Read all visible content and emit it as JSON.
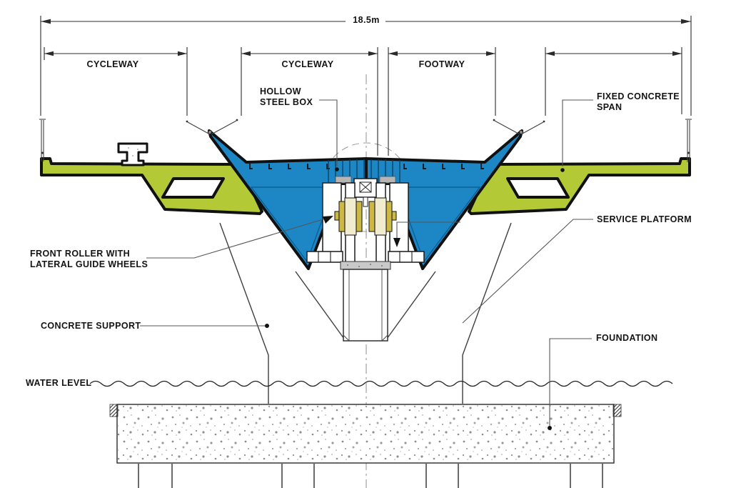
{
  "title": "Movable bridge cross-section technical drawing",
  "dimensions": {
    "total_width": "18.5m",
    "segments": [
      {
        "label": "CYCLEWAY"
      },
      {
        "label": "CYCLEWAY"
      },
      {
        "label": "FOOTWAY"
      }
    ]
  },
  "annotations": {
    "hollow_steel_box": {
      "line1": "HOLLOW",
      "line2": "STEEL BOX"
    },
    "fixed_concrete_span": {
      "line1": "FIXED CONCRETE",
      "line2": "SPAN"
    },
    "service_platform": "SERVICE PLATFORM",
    "front_roller": {
      "line1": "FRONT ROLLER WITH",
      "line2": "LATERAL GUIDE WHEELS"
    },
    "concrete_support": "CONCRETE SUPPORT",
    "water_level": "WATER LEVEL",
    "foundation": "FOUNDATION"
  },
  "colors": {
    "steel-blue": "#1d87c6",
    "span-green": "#b3ca36",
    "roller-yellow": "#f2ecce",
    "roller-band": "#cdb844",
    "outline": "#111111",
    "leader": "#555555"
  }
}
